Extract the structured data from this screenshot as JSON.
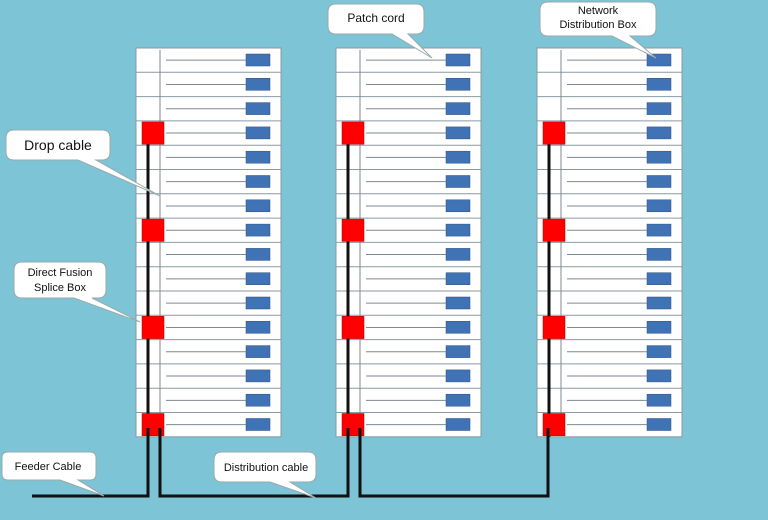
{
  "colors": {
    "background": "#7cc4d6",
    "panel": "#ffffff",
    "panel_border": "#8a9aa2",
    "port": "#3f73b5",
    "splice_box": "#ff0000",
    "cable": "#111111",
    "fiber": "#7d8a90"
  },
  "labels": {
    "patch_cord": "Patch cord",
    "network_box_line1": "Network",
    "network_box_line2": "Distribution Box",
    "drop_cable": "Drop cable",
    "fusion_line1": "Direct Fusion",
    "fusion_line2": "Splice Box",
    "feeder_cable": "Feeder Cable",
    "distribution_cable": "Distribution cable"
  },
  "racks": [
    {
      "name": "rack-1"
    },
    {
      "name": "rack-2"
    },
    {
      "name": "rack-3"
    }
  ],
  "rows_per_rack": 16,
  "splice_rows": [
    3,
    7,
    11,
    15
  ]
}
